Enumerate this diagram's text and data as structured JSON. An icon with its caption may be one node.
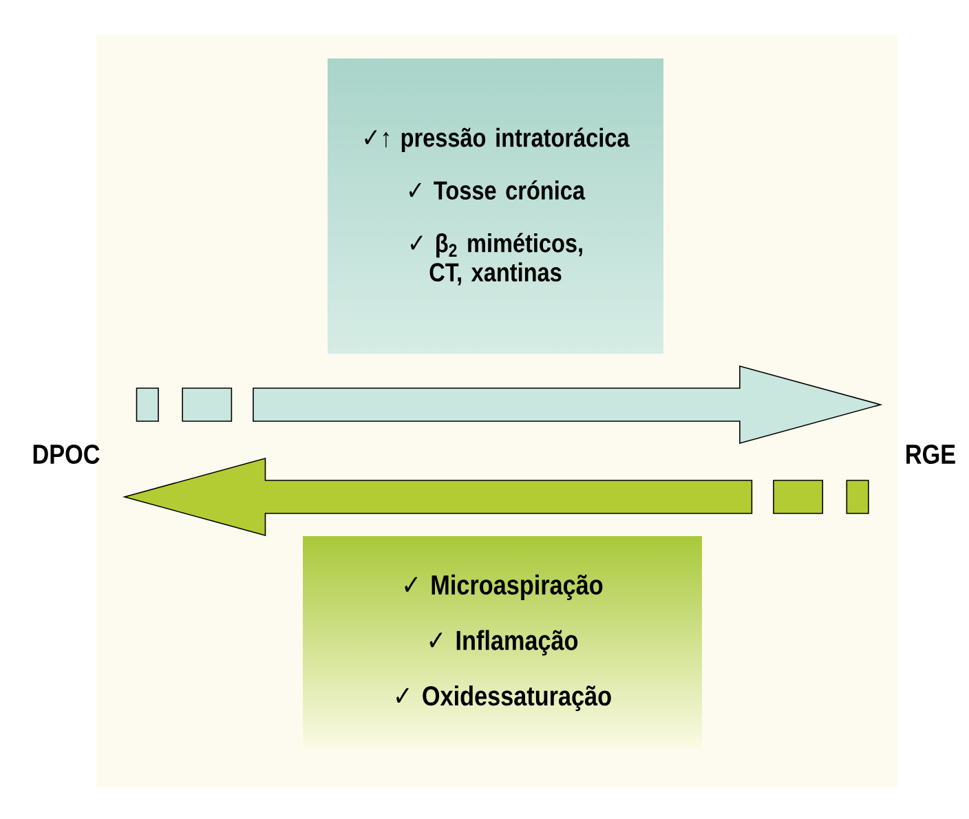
{
  "diagram": {
    "nodes": [
      {
        "text": [
          "DPOC"
        ]
      },
      {
        "text": [
          "RGE"
        ]
      },
      {
        "text": [
          "✓↑ pressão intratorácica",
          "✓ Tosse crónica",
          "✓ β$_{2}$ miméticos, CT, xantinas"
        ]
      },
      {
        "text": [
          "✓ Microaspiração",
          "✓ Inflamação",
          "✓ Oxidessaturação"
        ]
      }
    ],
    "edges": [
      {
        "from": 0,
        "to": 1,
        "arrow": "to",
        "color": "#c9e6df"
      },
      {
        "from": 1,
        "to": 0,
        "arrow": "to",
        "color": "#b3cc34"
      }
    ]
  }
}
